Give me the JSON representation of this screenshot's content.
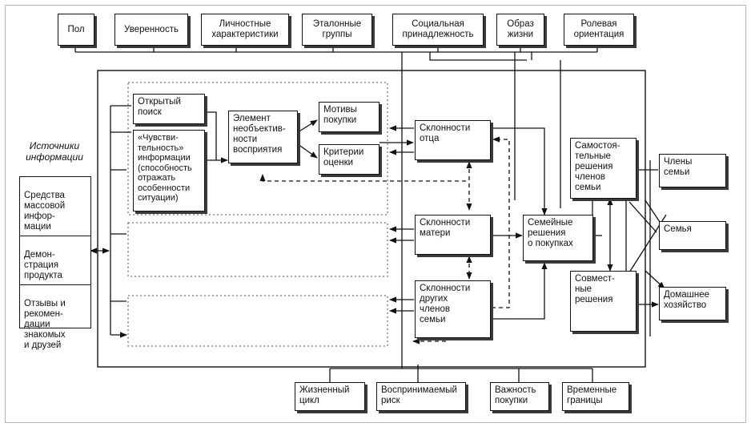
{
  "top_factors": [
    "Пол",
    "Уверенность",
    "Личностные\nхарактеристики",
    "Эталонные\nгруппы",
    "Социальная\nпринадлежность",
    "Образ\nжизни",
    "Ролевая\nориентация"
  ],
  "sources": {
    "label": "Источники\nинформации",
    "items": [
      "Средства\nмассовой\nинфор-\nмации",
      "Демон-\nстрация\nпродукта",
      "Отзывы и\nрекомен-\nдации\nзнакомых\nи друзей"
    ]
  },
  "search": {
    "open": "Открытый\nпоиск",
    "sensitivity": "«Чувстви-\nтельность»\nинформации\n(способность\nотражать\nособенности\nситуации)"
  },
  "perception": "Элемент\nнеобъектив-\nности\nвосприятия",
  "motives": "Мотивы\nпокупки",
  "criteria": "Критерии\nоценки",
  "predispositions": {
    "father": "Склонности\nотца",
    "mother": "Склонности\nматери",
    "others": "Склонности\nдругих\nчленов\nсемьи"
  },
  "family_decisions": "Семейные\nрешения\nо покупках",
  "decision_types": {
    "autonomous": "Самостоя-\nтельные\nрешения\nчленов\nсемьи",
    "joint": "Совмест-\nные\nрешения"
  },
  "outcomes": [
    "Члены\nсемьи",
    "Семья",
    "Домашнее\nхозяйство"
  ],
  "bottom_factors": [
    "Жизненный\nцикл",
    "Воспринимаемый\nриск",
    "Важность\nпокупки",
    "Временные\nграницы"
  ]
}
